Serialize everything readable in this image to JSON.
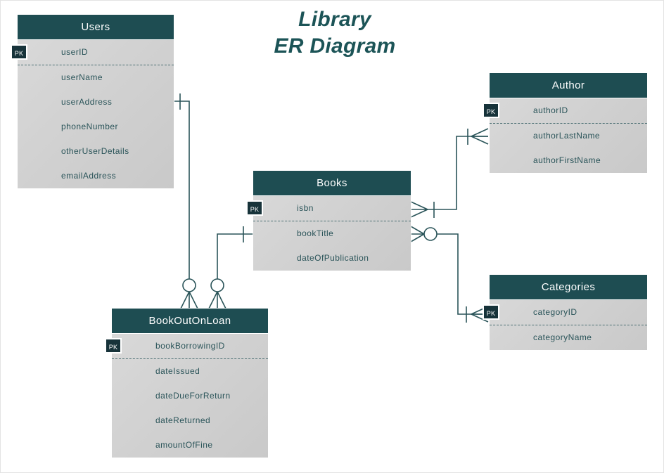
{
  "diagram": {
    "title": "Library\nER Diagram",
    "colors": {
      "header": "#1e4d52",
      "pk_badge": "#17333a",
      "body": "#d4d4d4",
      "text": "#2a5459",
      "line": "#2a5459",
      "canvas": "#ffffff"
    }
  },
  "entities": [
    {
      "id": "users",
      "name": "Users",
      "attributes": [
        {
          "name": "userID",
          "pk": true
        },
        {
          "name": "userName",
          "pk": false
        },
        {
          "name": "userAddress",
          "pk": false
        },
        {
          "name": "phoneNumber",
          "pk": false
        },
        {
          "name": "otherUserDetails",
          "pk": false
        },
        {
          "name": "emailAddress",
          "pk": false
        }
      ]
    },
    {
      "id": "author",
      "name": "Author",
      "attributes": [
        {
          "name": "authorID",
          "pk": true
        },
        {
          "name": "authorLastName",
          "pk": false
        },
        {
          "name": "authorFirstName",
          "pk": false
        }
      ]
    },
    {
      "id": "books",
      "name": "Books",
      "attributes": [
        {
          "name": "isbn",
          "pk": true
        },
        {
          "name": "bookTitle",
          "pk": false
        },
        {
          "name": "dateOfPublication",
          "pk": false
        }
      ]
    },
    {
      "id": "categories",
      "name": "Categories",
      "attributes": [
        {
          "name": "categoryID",
          "pk": true
        },
        {
          "name": "categoryName",
          "pk": false
        }
      ]
    },
    {
      "id": "bookoutonloan",
      "name": "BookOutOnLoan",
      "attributes": [
        {
          "name": "bookBorrowingID",
          "pk": true
        },
        {
          "name": "dateIssued",
          "pk": false
        },
        {
          "name": "dateDueForReturn",
          "pk": false
        },
        {
          "name": "dateReturned",
          "pk": false
        },
        {
          "name": "amountOfFine",
          "pk": false
        }
      ]
    }
  ],
  "relationships": [
    {
      "id": "users-bookoutonloan",
      "from": "Users",
      "to": "BookOutOnLoan",
      "from_cardinality": "one",
      "to_cardinality": "zero-or-many"
    },
    {
      "id": "books-bookoutonloan",
      "from": "Books",
      "to": "BookOutOnLoan",
      "from_cardinality": "one",
      "to_cardinality": "zero-or-many"
    },
    {
      "id": "books-author",
      "from": "Books",
      "to": "Author",
      "from_cardinality": "one-or-many",
      "to_cardinality": "one-or-many"
    },
    {
      "id": "books-categories",
      "from": "Books",
      "to": "Categories",
      "from_cardinality": "zero-or-many",
      "to_cardinality": "one-or-many"
    }
  ],
  "pk_label": "PK"
}
